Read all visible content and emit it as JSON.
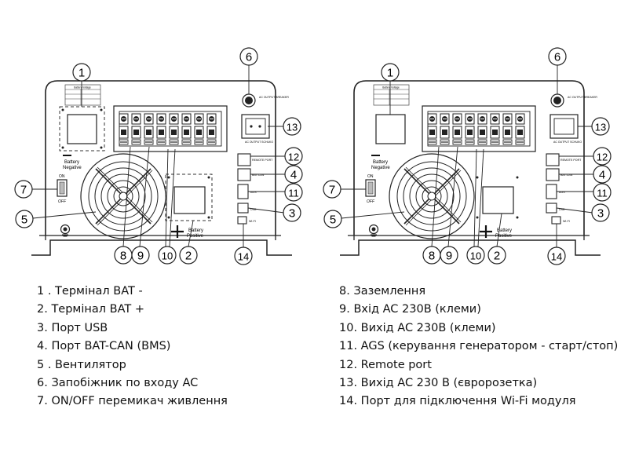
{
  "diagram": {
    "panels": [
      {
        "callouts": [
          "1",
          "2",
          "3",
          "4",
          "5",
          "6",
          "7",
          "8",
          "9",
          "10",
          "11",
          "12",
          "13",
          "14"
        ],
        "labels": {
          "battery_negative": [
            "Battery",
            "Negative"
          ],
          "battery_positive": [
            "Battery",
            "Positive"
          ],
          "on": "ON",
          "off": "OFF",
          "remote_port": "REMOTE PORT",
          "bat_can": "BAT-CAN",
          "ags": "AGS",
          "usb": "USB",
          "wifi": "WI-FI",
          "ac_output_breaker": "AC OUTPUT BREAKER",
          "ac_output_schuko": "AC OUTPUT SCHUKO",
          "battery_voltage_table": "Battery Voltage"
        }
      },
      {
        "callouts": [
          "1",
          "2",
          "3",
          "4",
          "5",
          "6",
          "7",
          "8",
          "9",
          "10",
          "11",
          "12",
          "13",
          "14"
        ],
        "labels": {
          "battery_negative": [
            "Battery",
            "Negative"
          ],
          "battery_positive": [
            "Battery",
            "Positive"
          ],
          "on": "ON",
          "off": "OFF",
          "remote_port": "REMOTE PORT",
          "bat_can": "BAT-CAN",
          "ags": "AGS",
          "usb": "USB",
          "wifi": "WI-FI",
          "ac_output_breaker": "AC OUTPUT BREAKER",
          "ac_output_schuko": "AC OUTPUT SCHUKO",
          "battery_voltage_table": "Battery Voltage"
        }
      }
    ]
  },
  "legend": {
    "left": [
      "1 . Термінал BAT -",
      "2.  Термінал BAT +",
      "3.  Порт USB",
      "4.  Порт BAT-CAN (BMS)",
      "5 . Вентилятор",
      "6.  Запобіжник по входу AC",
      "7.  ON/OFF перемикач живлення"
    ],
    "right": [
      "8.  Заземлення",
      "9.  Вхід AC 230В (клеми)",
      "10. Вихід AC 230В (клеми)",
      "11. AGS (керування генератором - старт/стоп)",
      "12. Remote port",
      "13. Вихід AC 230 В (євророзетка)",
      "14. Порт для підключення Wi-Fi модуля"
    ]
  }
}
